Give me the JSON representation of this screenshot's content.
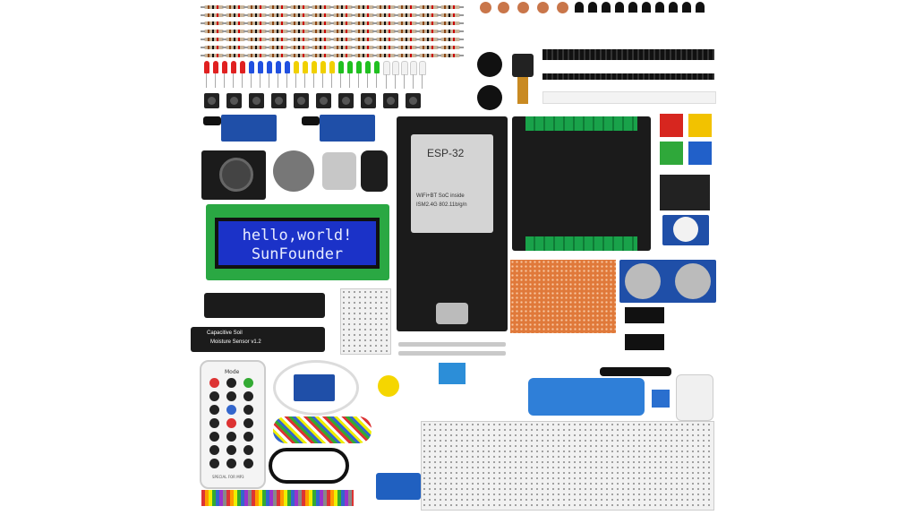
{
  "lcd": {
    "line1": "hello,world!",
    "line2": "SunFounder"
  },
  "esp32": {
    "model": "ESP-32",
    "subtitle_a": "WiFi+BT SoC inside",
    "subtitle_b": "ISM2.4G 802.11b/g/n"
  },
  "soil_sensor": {
    "line1": "Capacitive  Soil",
    "line2": "Moisture Sensor v1.2"
  },
  "remote": {
    "mode_key": "Mode",
    "footer": "SPECIAL FOR MP3"
  },
  "colors": {
    "background": "#ffffff",
    "lcd_screen": "#1b32c8",
    "pcb_blue": "#1f4fa8",
    "pcb_green": "#2aa843",
    "protoboard": "#e0793a"
  }
}
